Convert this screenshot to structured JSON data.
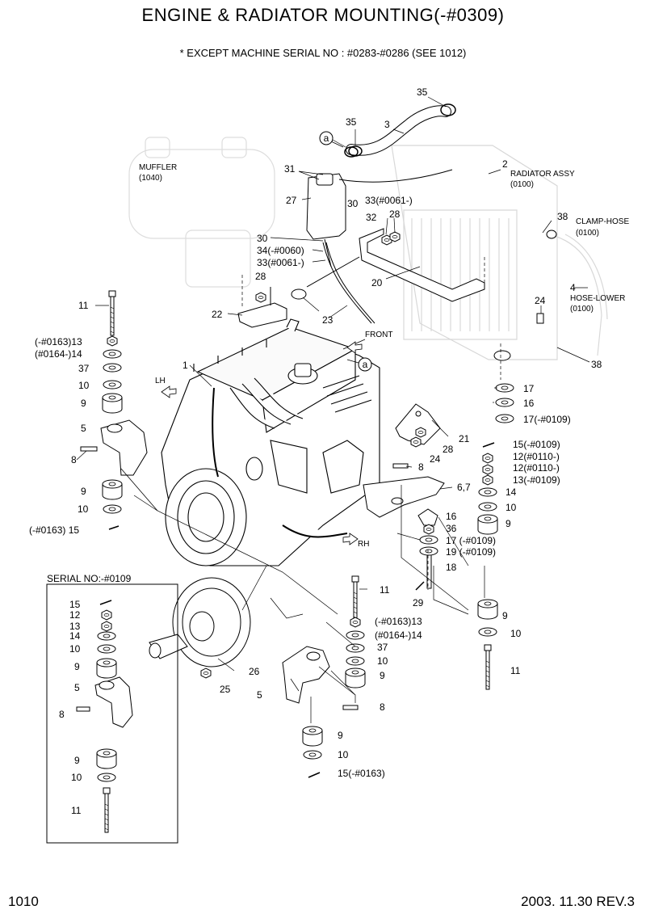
{
  "title": "ENGINE & RADIATOR MOUNTING(-#0309)",
  "subtitle": "* EXCEPT MACHINE SERIAL NO : #0283-#0286 (SEE 1012)",
  "page_number": "1010",
  "revision": "2003. 11.30  REV.3",
  "callouts": {
    "c35a": "35",
    "c35b": "35",
    "c3": "3",
    "c2": "2",
    "radiator": "RADIATOR ASSY",
    "radiator_ref": "(0100)",
    "muffler": "MUFFLER",
    "muffler_ref": "(1040)",
    "c31": "31",
    "c27": "27",
    "c30a": "30",
    "c33a": "33(#0061-)",
    "c32": "32",
    "c28a": "28",
    "c38a": "38",
    "clamp": "CLAMP-HOSE",
    "clamp_ref": "(0100)",
    "c30b": "30",
    "c34": "34(-#0060)",
    "c33b": "33(#0061-)",
    "c20": "20",
    "c4": "4",
    "hose": "HOSE-LOWER",
    "hose_ref": "(0100)",
    "c28b": "28",
    "c24a": "24",
    "c11a": "11",
    "c22": "22",
    "c23": "23",
    "front": "FRONT",
    "c13a": "(-#0163)13",
    "c14a": "(#0164-)14",
    "c37a": "37",
    "c38b": "38",
    "c1": "1",
    "lh": "LH",
    "c10a": "10",
    "c9a": "9",
    "c17a": "17",
    "c16a": "16",
    "c17b": "17(-#0109)",
    "c5a": "5",
    "c21": "21",
    "c8a": "8",
    "c28c": "28",
    "c24b": "24",
    "c15a": "15(-#0109)",
    "c12a": "12(#0110-)",
    "c12b": "12(#0110-)",
    "c8b": "8",
    "c13b": "13(-#0109)",
    "c67": "6,7",
    "c14b": "14",
    "c9b": "9",
    "c10b": "10",
    "c10c": "10",
    "c16b": "16",
    "c36": "36",
    "c9c": "9",
    "c15b": "(-#0163) 15",
    "c17c": "17 (-#0109)",
    "c19": "19 (-#0109)",
    "rh": "RH",
    "c18": "18",
    "c11b": "11",
    "c29": "29",
    "c9d": "9",
    "c13c": "(-#0163)13",
    "c14c": "(#0164-)14",
    "c37b": "37",
    "c10d": "10",
    "c10e": "10",
    "c9e": "9",
    "c11c": "11",
    "c26": "26",
    "c25": "25",
    "c5b": "5",
    "c8c": "8",
    "c9f": "9",
    "c10f": "10",
    "c15c": "15(-#0163)"
  },
  "inset": {
    "title": "SERIAL NO:-#0109",
    "labels": [
      "15",
      "12",
      "13",
      "14",
      "10",
      "9",
      "5",
      "8",
      "9",
      "10",
      "11"
    ]
  }
}
